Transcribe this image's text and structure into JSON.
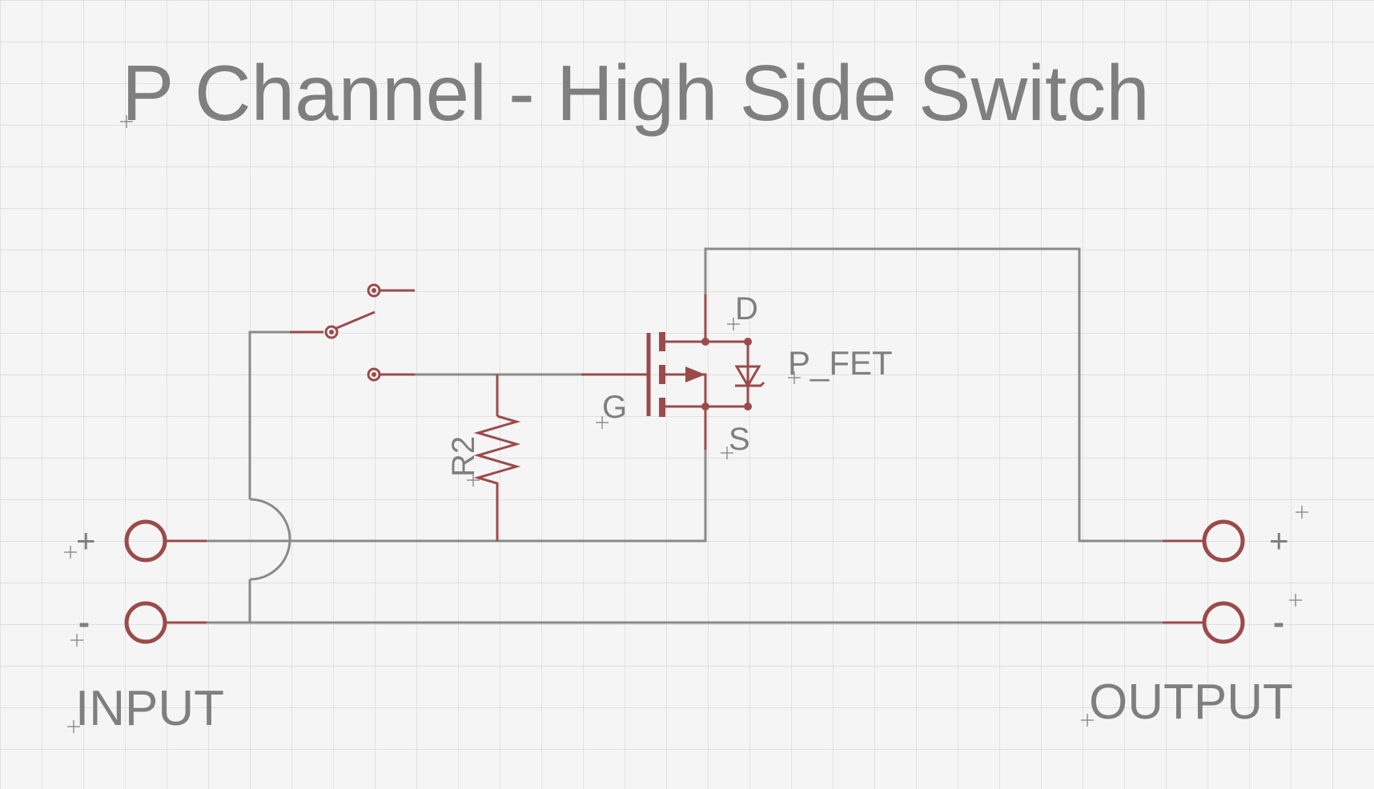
{
  "title": "P Channel - High Side Switch",
  "labels": {
    "fet_name": "P_FET",
    "fet_drain": "D",
    "fet_gate": "G",
    "fet_source": "S",
    "resistor": "R2",
    "input_plus": "+",
    "input_minus": "-",
    "output_plus": "+",
    "output_minus": "-",
    "input": "INPUT",
    "output": "OUTPUT"
  },
  "colors": {
    "background": "#f5f5f5",
    "grid": "#d4d4d4",
    "wire": "#8a8a8a",
    "component": "#9b4a4a",
    "text": "#7f7f7f"
  }
}
